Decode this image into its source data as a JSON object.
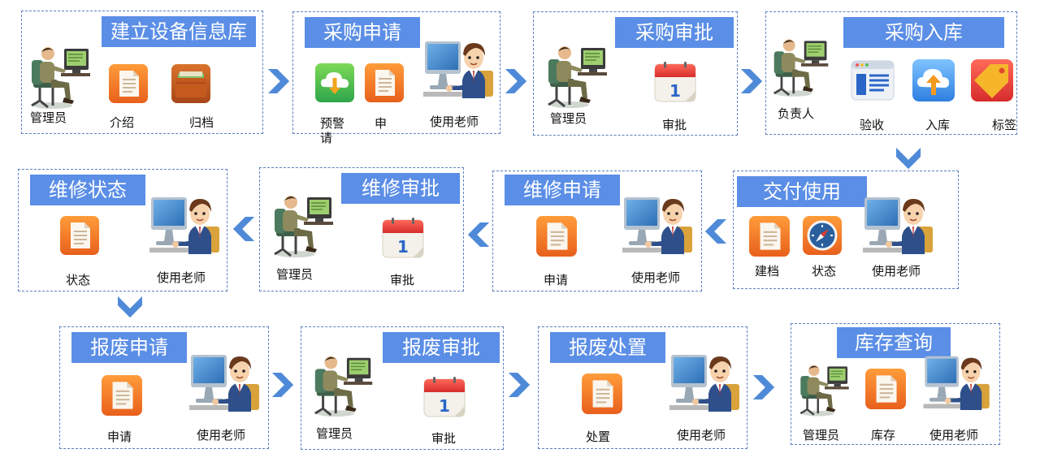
{
  "steps": {
    "s1": {
      "title": "建立设备信息库",
      "labels": {
        "admin": "管理员",
        "intro": "介绍",
        "archive": "归档"
      }
    },
    "s2": {
      "title": "采购申请",
      "labels": {
        "warn": "预警请",
        "apply": "申",
        "teacher": "使用老师"
      }
    },
    "s3": {
      "title": "采购审批",
      "labels": {
        "admin": "管理员",
        "approve": "审批"
      }
    },
    "s4": {
      "title": "采购入库",
      "labels": {
        "owner": "负责人",
        "accept": "验收",
        "stockin": "入库",
        "tag": "标签"
      }
    },
    "s5": {
      "title": "交付使用",
      "labels": {
        "file": "建档",
        "status": "状态",
        "teacher": "使用老师"
      }
    },
    "s6": {
      "title": "维修申请",
      "labels": {
        "apply": "申请",
        "teacher": "使用老师"
      }
    },
    "s7": {
      "title": "维修审批",
      "labels": {
        "admin": "管理员",
        "approve": "审批"
      }
    },
    "s8": {
      "title": "维修状态",
      "labels": {
        "status": "状态",
        "teacher": "使用老师"
      }
    },
    "s9": {
      "title": "报废申请",
      "labels": {
        "apply": "申请",
        "teacher": "使用老师"
      }
    },
    "s10": {
      "title": "报废审批",
      "labels": {
        "admin": "管理员",
        "approve": "审批"
      }
    },
    "s11": {
      "title": "报废处置",
      "labels": {
        "dispose": "处置",
        "teacher": "使用老师"
      }
    },
    "s12": {
      "title": "库存查询",
      "labels": {
        "admin": "管理员",
        "stock": "库存",
        "teacher": "使用老师"
      }
    }
  },
  "icons": {
    "admin": "admin-computer-icon",
    "teacher": "teacher-computer-icon",
    "document": "document-icon",
    "folder": "folder-icon",
    "download": "download-icon",
    "calendar": "calendar-icon",
    "browser": "browser-window-icon",
    "upload": "upload-icon",
    "tag": "tag-icon",
    "compass": "compass-icon",
    "arrow": "chevron-arrow-icon"
  },
  "colors": {
    "title_bg": "#5b8ee6",
    "border": "#5b7fbd",
    "arrow": "#4f8ad8"
  }
}
